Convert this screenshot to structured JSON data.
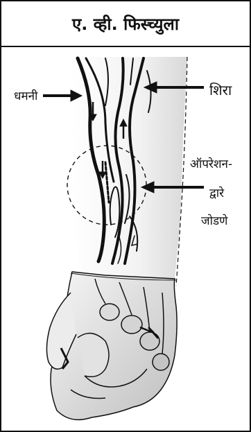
{
  "title": "ए. व्ही. फिस्च्युला",
  "labels": {
    "artery": "धमनी",
    "vein": "शिरा",
    "operation_line1": "ऑपरेशन-",
    "operation_line2": "द्वारे",
    "operation_line3": "जोडणे"
  },
  "colors": {
    "line": "#111111",
    "skin": "#f4f4f4",
    "shade": "#c8c8c8"
  }
}
